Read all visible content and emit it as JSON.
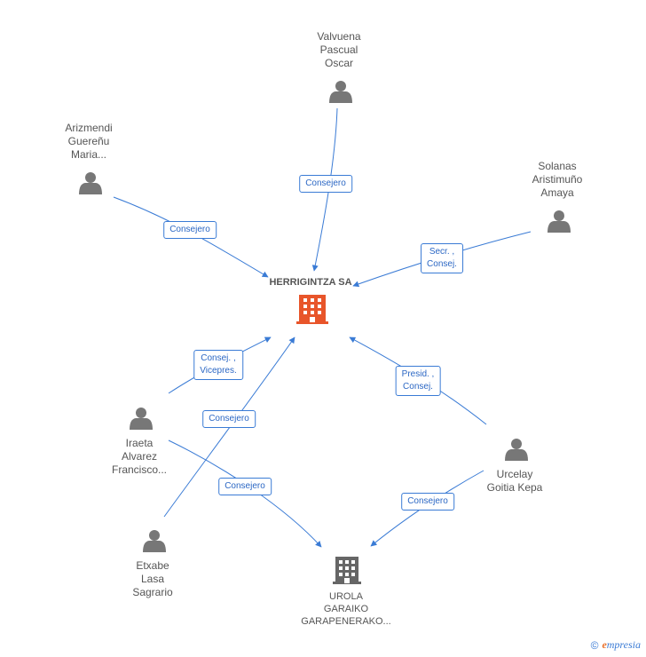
{
  "company_main": {
    "name": "HERRIGINTZA SA"
  },
  "company_secondary": {
    "name": "UROLA\nGARAIKO\nGARAPENERAKO..."
  },
  "people": [
    {
      "id": "valvuena",
      "name": "Valvuena\nPascual\nOscar"
    },
    {
      "id": "arizmendi",
      "name": "Arizmendi\nGuereñu\nMaria..."
    },
    {
      "id": "solanas",
      "name": "Solanas\nAristimuño\nAmaya"
    },
    {
      "id": "iraeta",
      "name": "Iraeta\nAlvarez\nFrancisco..."
    },
    {
      "id": "urcelay",
      "name": "Urcelay\nGoitia Kepa"
    },
    {
      "id": "etxabe",
      "name": "Etxabe\nLasa\nSagrario"
    }
  ],
  "edges": [
    {
      "id": "valvuena-main",
      "label": "Consejero"
    },
    {
      "id": "arizmendi-main",
      "label": "Consejero"
    },
    {
      "id": "solanas-main",
      "label": "Secr. ,\nConsej."
    },
    {
      "id": "iraeta-main",
      "label": "Consej. ,\nVicepres."
    },
    {
      "id": "etxabe-main",
      "label": "Consejero"
    },
    {
      "id": "urcelay-main",
      "label": "Presid. ,\nConsej."
    },
    {
      "id": "iraeta-secondary",
      "label": "Consejero"
    },
    {
      "id": "urcelay-secondary",
      "label": "Consejero"
    }
  ],
  "footer": {
    "copyright": "©",
    "brand_initial": "e",
    "brand_rest": "mpresia"
  },
  "colors": {
    "edge": "#3a7bd5",
    "person_icon": "#777777",
    "main_company": "#e8552a",
    "secondary_company": "#666666"
  }
}
